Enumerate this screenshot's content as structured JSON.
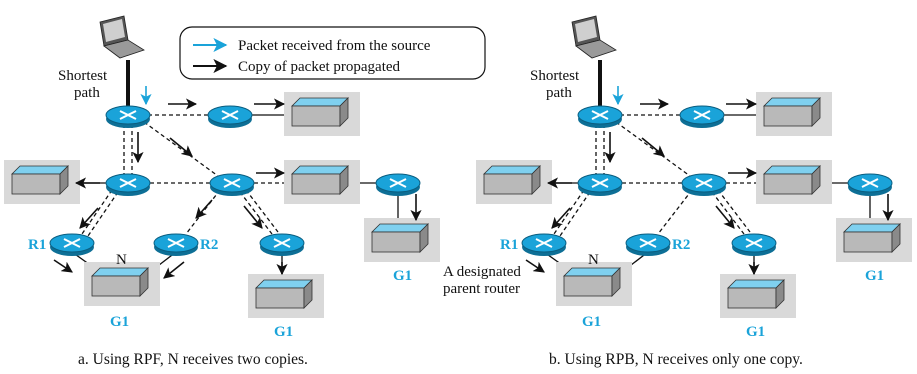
{
  "legend": {
    "item1": "Packet received from the source",
    "item2": "Copy of packet propagated",
    "colors": {
      "received": "#1aa3d9",
      "propagated": "#111111"
    }
  },
  "panel_a": {
    "shortest_path_line1": "Shortest",
    "shortest_path_line2": "path",
    "r1": "R1",
    "r2": "R2",
    "n": "N",
    "g1": "G1",
    "caption": "a. Using RPF, N receives two copies."
  },
  "panel_b": {
    "shortest_path_line1": "Shortest",
    "shortest_path_line2": "path",
    "r1": "R1",
    "r2": "R2",
    "n": "N",
    "g1": "G1",
    "designated_line1": "A designated",
    "designated_line2": "parent router",
    "caption": "b. Using  RPB, N receives only one copy."
  },
  "colors": {
    "router": "#1aa3d9",
    "lan_box": "#1aa3d9",
    "highlight": "#d9d9d9",
    "accent_text": "#1aa3d9"
  }
}
